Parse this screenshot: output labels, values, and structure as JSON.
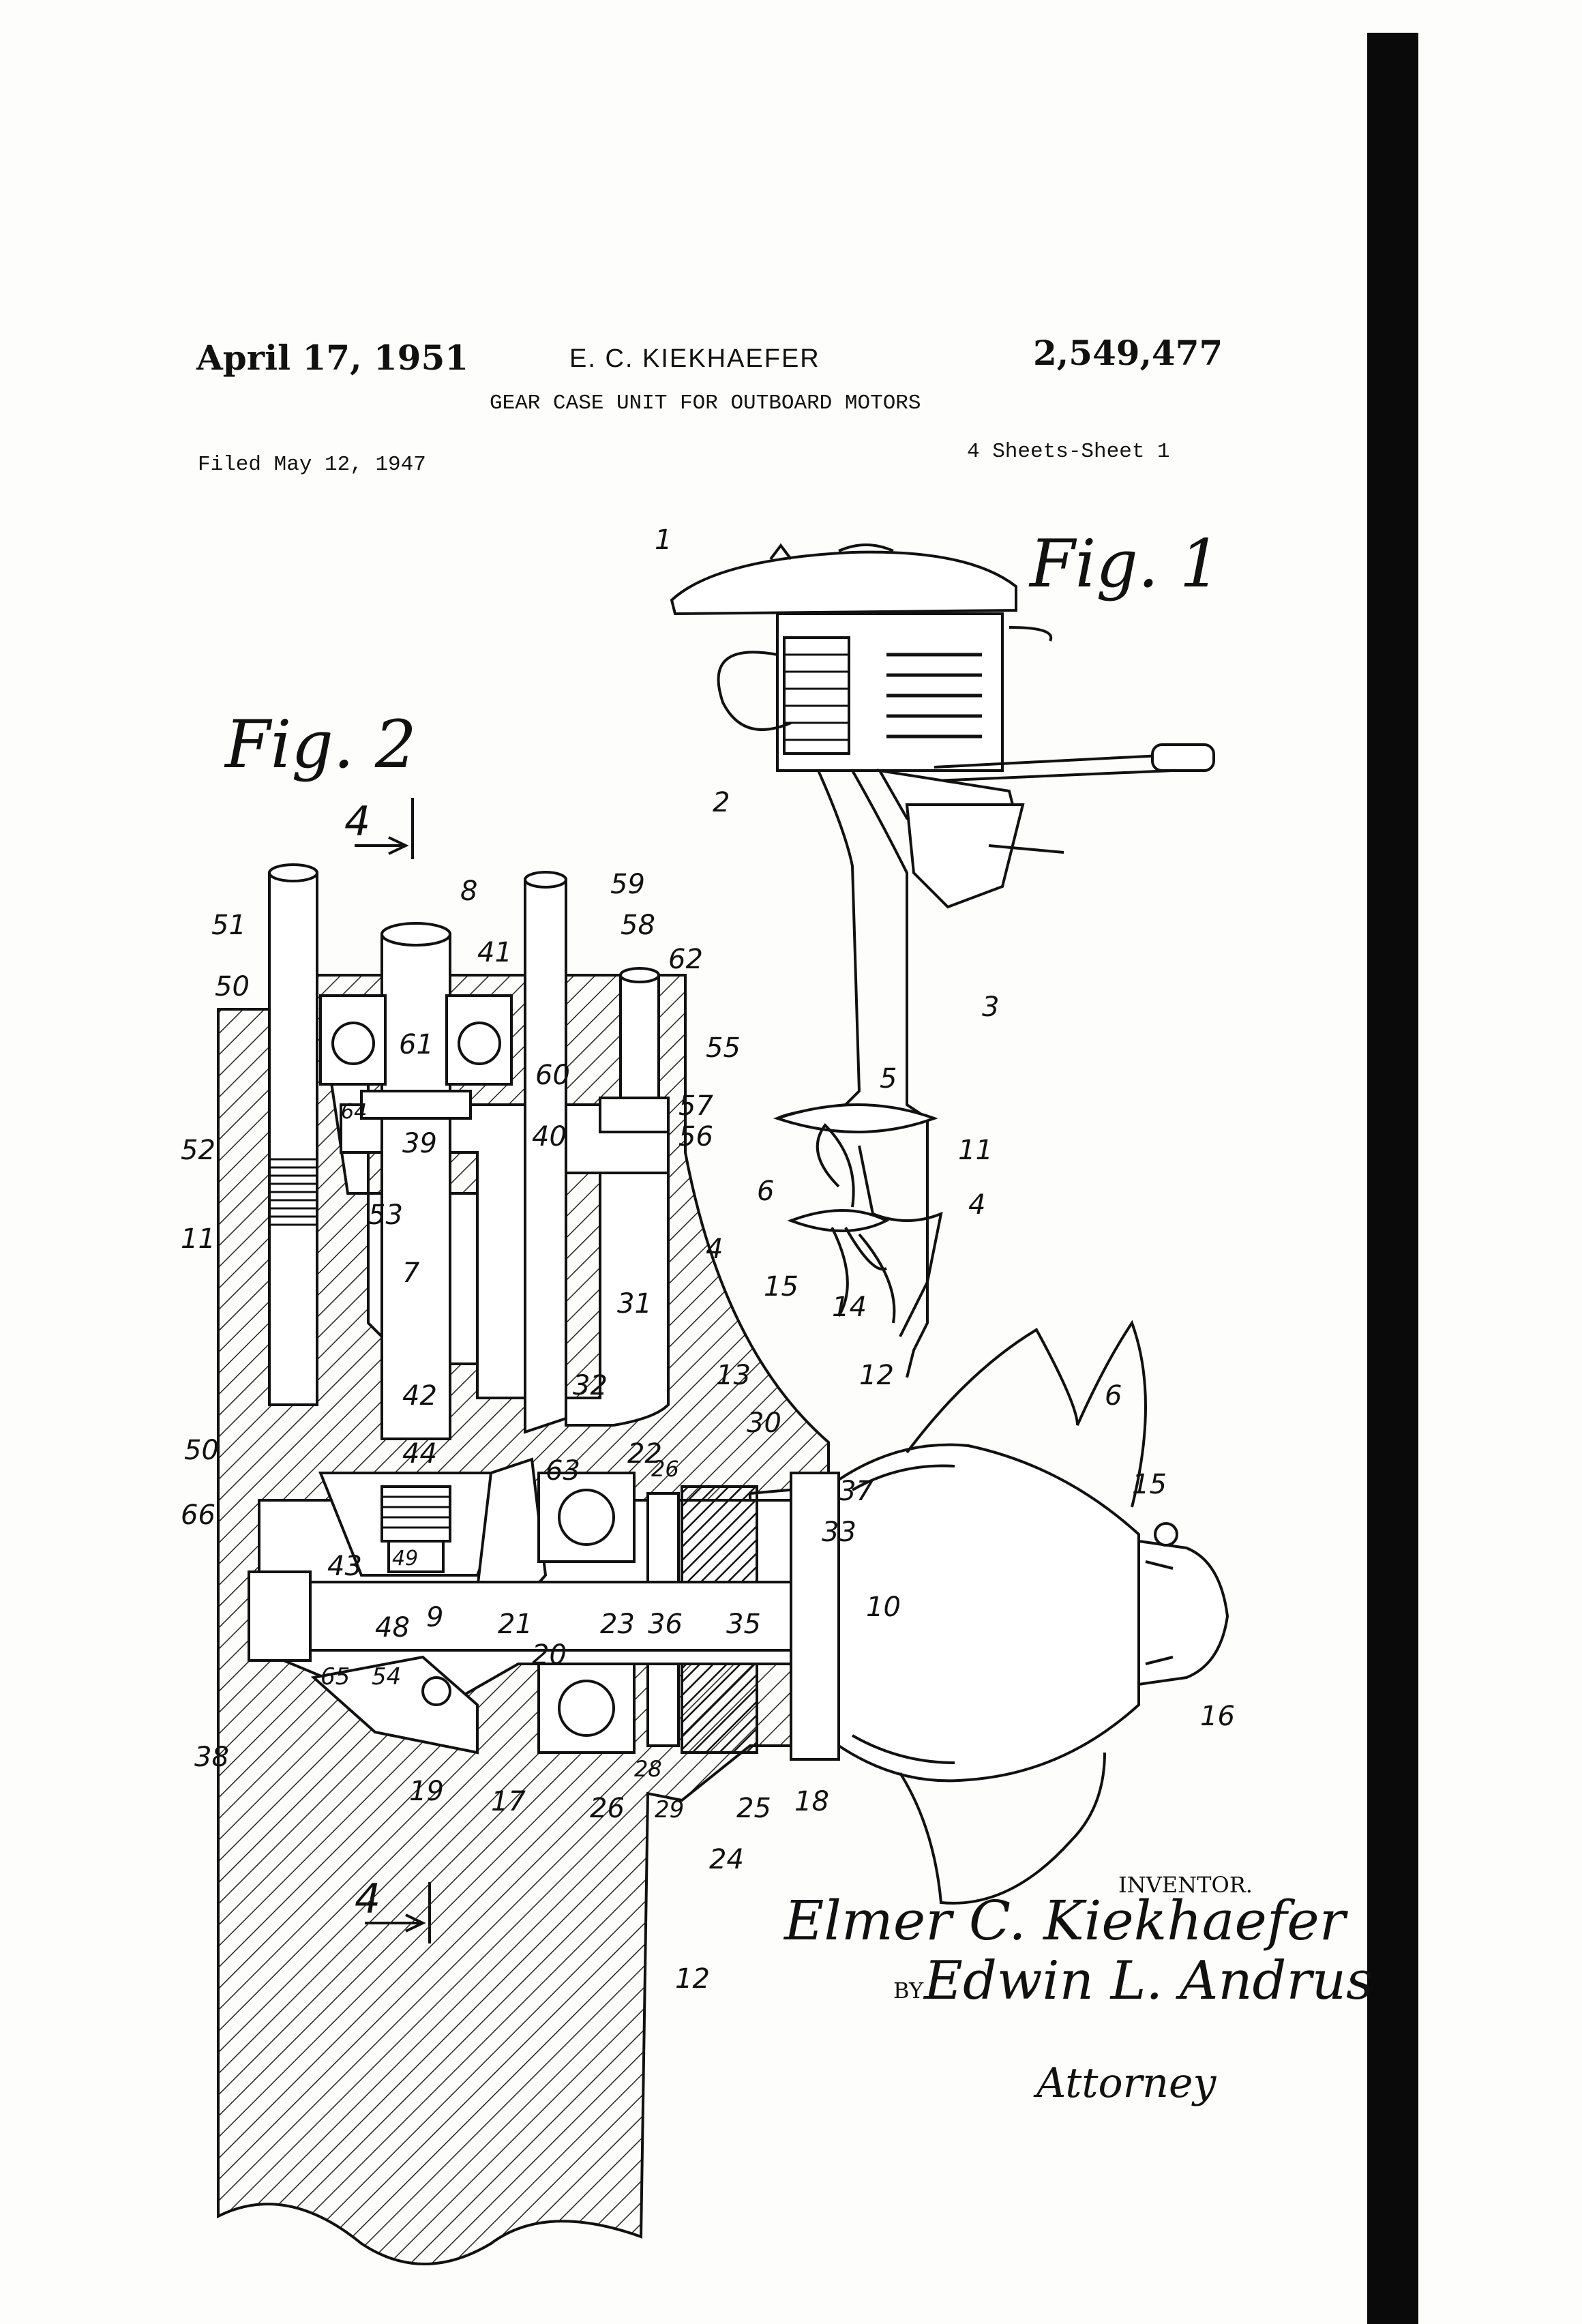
{
  "header": {
    "date": "April 17, 1951",
    "inventor": "E. C. KIEKHAEFER",
    "patent_number": "2,549,477",
    "title": "GEAR CASE UNIT FOR OUTBOARD MOTORS",
    "filed": "Filed May 12, 1947",
    "sheets": "4 Sheets-Sheet 1"
  },
  "figures": {
    "fig1_label": "Fig. 1",
    "fig2_label": "Fig. 2",
    "section_mark_top": "4",
    "section_mark_bottom": "4"
  },
  "reference_numerals": {
    "fig1": [
      "1",
      "2",
      "3",
      "5",
      "11",
      "4",
      "6",
      "15",
      "14",
      "12",
      "6",
      "15",
      "16"
    ],
    "fig2": [
      "8",
      "59",
      "51",
      "58",
      "62",
      "50",
      "41",
      "55",
      "61",
      "60",
      "57",
      "64",
      "39",
      "40",
      "56",
      "52",
      "53",
      "11",
      "7",
      "4",
      "31",
      "13",
      "32",
      "42",
      "30",
      "63",
      "22",
      "26",
      "50",
      "44",
      "37",
      "66",
      "33",
      "43",
      "49",
      "48",
      "9",
      "21",
      "23",
      "36",
      "35",
      "10",
      "20",
      "54",
      "65",
      "38",
      "19",
      "17",
      "26",
      "28",
      "29",
      "25",
      "18",
      "24",
      "12"
    ]
  },
  "signature": {
    "inventor_heading": "INVENTOR.",
    "inventor_signature": "Elmer C. Kiekhaefer",
    "by": "BY",
    "attorney_signature": "Edwin L. Andrus",
    "attorney_label": "Attorney"
  }
}
